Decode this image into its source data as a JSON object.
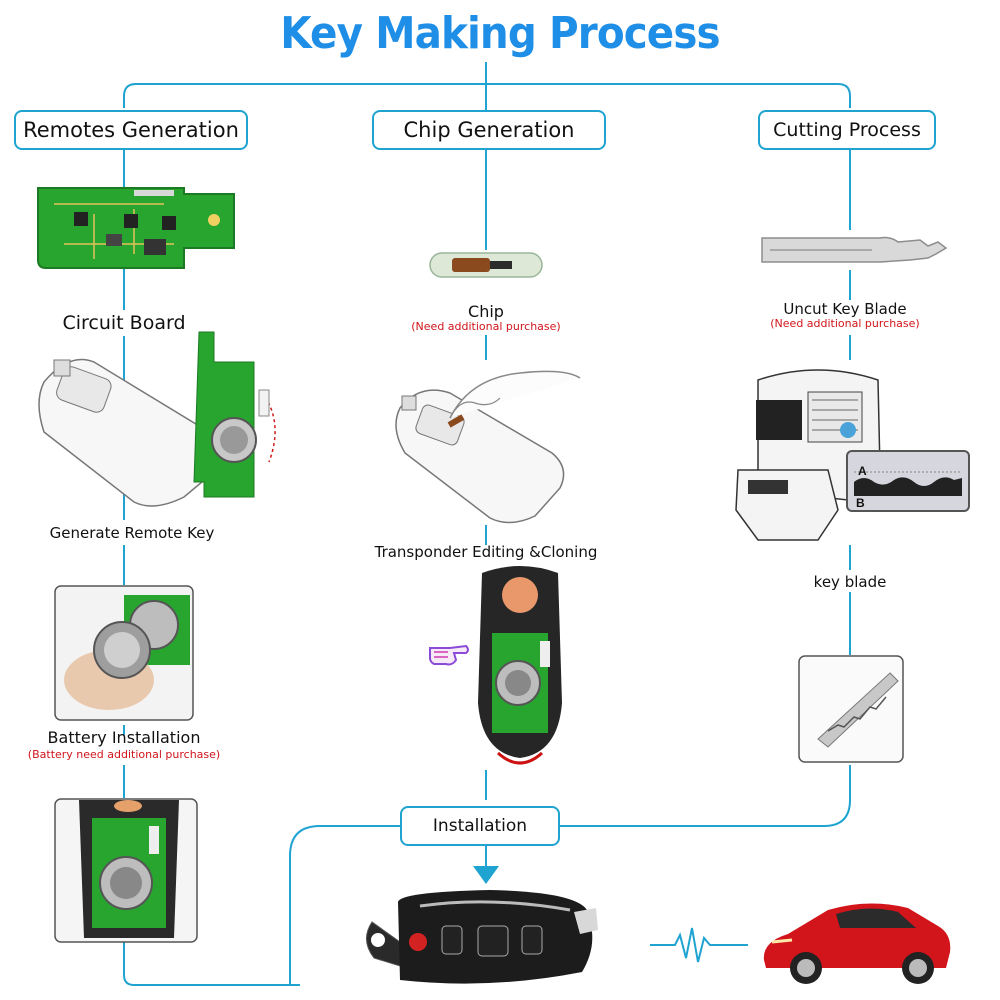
{
  "title": "Key Making Process",
  "colors": {
    "title": "#1e8ee6",
    "connector": "#1fa3d1",
    "note": "#d0151b"
  },
  "columns": {
    "remotes": {
      "heading": "Remotes Generation",
      "circuit_board": "Circuit Board",
      "generate_remote": "Generate Remote Key",
      "battery": "Battery Installation",
      "battery_note": "(Battery need additional purchase)"
    },
    "chip": {
      "heading": "Chip Generation",
      "chip": "Chip",
      "chip_note": "(Need additional purchase)",
      "transponder": "Transponder Editing &Cloning"
    },
    "cutting": {
      "heading": "Cutting Process",
      "blade": "Uncut Key  Blade",
      "blade_note": "(Need additional purchase)",
      "key_blade": "key blade",
      "profile_a": "A",
      "profile_b": "B"
    }
  },
  "installation": "Installation",
  "icons": [
    "pointing-hand-icon",
    "signal-wave-icon",
    "down-arrow-icon"
  ]
}
